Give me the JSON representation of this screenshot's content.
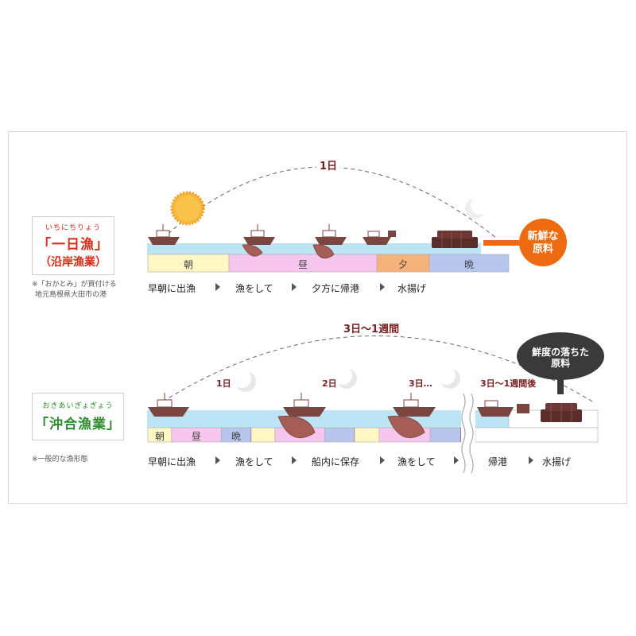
{
  "colors": {
    "accent_red": "#d92a1a",
    "accent_green": "#2d8a2d",
    "duration_text": "#7a1f1f",
    "fresh_circle": "#ee6a10",
    "stale_bubble": "#3a3a3a",
    "boat": "#7b4640",
    "fish": "#5b2d2a",
    "sea": "#bde4f4",
    "morning": "#fff8c4",
    "noon": "#f6c6ee",
    "evening": "#f5b27a",
    "night": "#b8c6ee"
  },
  "section1": {
    "ruby": "いちにちりょう",
    "title": "「一日漁」",
    "subtitle": "（沿岸漁業）",
    "note_line1": "※「おかとみ」が買付ける",
    "note_line2": "地元島根県大田市の港",
    "duration": "1日",
    "segments": [
      "朝",
      "昼",
      "夕",
      "晩"
    ],
    "steps": [
      "早朝に出漁",
      "漁をして",
      "夕方に帰港",
      "水揚げ"
    ],
    "result_line1": "新鮮な",
    "result_line2": "原料"
  },
  "section2": {
    "ruby": "おきあいぎょぎょう",
    "title": "「沖合漁業」",
    "note": "※一般的な漁形態",
    "duration": "3日～1週間",
    "day_labels": [
      "1日",
      "2日",
      "3日…",
      "3日～1週間後"
    ],
    "segments": [
      "朝",
      "昼",
      "晩"
    ],
    "steps": [
      "早朝に出漁",
      "漁をして",
      "船内に保存",
      "漁をして",
      "帰港",
      "水揚げ"
    ],
    "result_line1": "鮮度の落ちた",
    "result_line2": "原料"
  },
  "icons": [
    "sun-icon",
    "moon-icon",
    "boat-icon",
    "net-icon",
    "fish-crate-icon",
    "arrow-right-icon",
    "wave-break-icon"
  ]
}
